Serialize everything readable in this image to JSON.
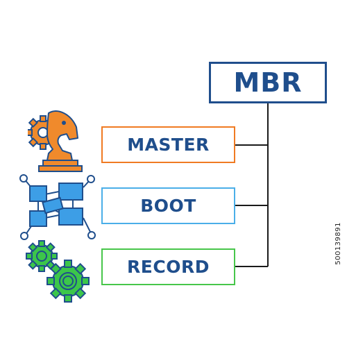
{
  "title": "MBR",
  "terms": [
    "MASTER",
    "BOOT",
    "RECORD"
  ],
  "icons": [
    "chess-knight-gear-icon",
    "network-blocks-icon",
    "gears-icon"
  ],
  "colors": {
    "title": "#1f4e8c",
    "master": "#f07a22",
    "boot": "#4aaee8",
    "record": "#47c64a",
    "connector": "#1a1a1a"
  },
  "watermark_id": "500139891"
}
